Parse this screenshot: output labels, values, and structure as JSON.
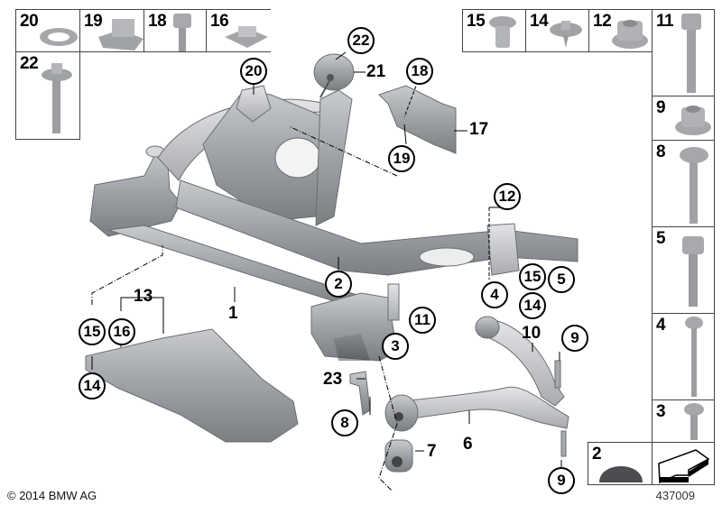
{
  "diagram": {
    "title": "Front axle support / wishbone exploded parts diagram",
    "parts_table_top_left": [
      {
        "number": "20",
        "part": "washer-icon"
      },
      {
        "number": "19",
        "part": "spring-clip-icon"
      },
      {
        "number": "18",
        "part": "hex-bolt-short-icon"
      },
      {
        "number": "16",
        "part": "clip-nut-icon"
      },
      {
        "number": "22",
        "part": "bolt-with-washer-icon"
      }
    ],
    "parts_table_top_right": [
      {
        "number": "15",
        "part": "expanding-rivet-nut-icon"
      },
      {
        "number": "14",
        "part": "screw-with-washer-icon"
      },
      {
        "number": "12",
        "part": "flange-nut-icon"
      },
      {
        "number": "11",
        "part": "hex-bolt-long-icon"
      }
    ],
    "parts_table_right_column": [
      {
        "number": "9",
        "part": "self-locking-nut-icon"
      },
      {
        "number": "8",
        "part": "flange-bolt-icon"
      },
      {
        "number": "5",
        "part": "hex-bolt-icon"
      },
      {
        "number": "4",
        "part": "long-bolt-icon"
      },
      {
        "number": "3",
        "part": "short-bolt-icon"
      }
    ],
    "bottom_right_cells": [
      {
        "number": "2",
        "part": "rubber-cap-icon"
      },
      {
        "number": "",
        "part": "direction-arrow-icon"
      }
    ],
    "callouts_circled": [
      "22",
      "20",
      "18",
      "19",
      "12",
      "2",
      "15",
      "5",
      "4",
      "14",
      "11",
      "3",
      "15",
      "16",
      "14",
      "8",
      "9",
      "9"
    ],
    "labels_plain": [
      "21",
      "17",
      "13",
      "1",
      "10",
      "23",
      "6",
      "7"
    ],
    "copyright": "© 2014 BMW AG",
    "diagram_id": "437009"
  }
}
